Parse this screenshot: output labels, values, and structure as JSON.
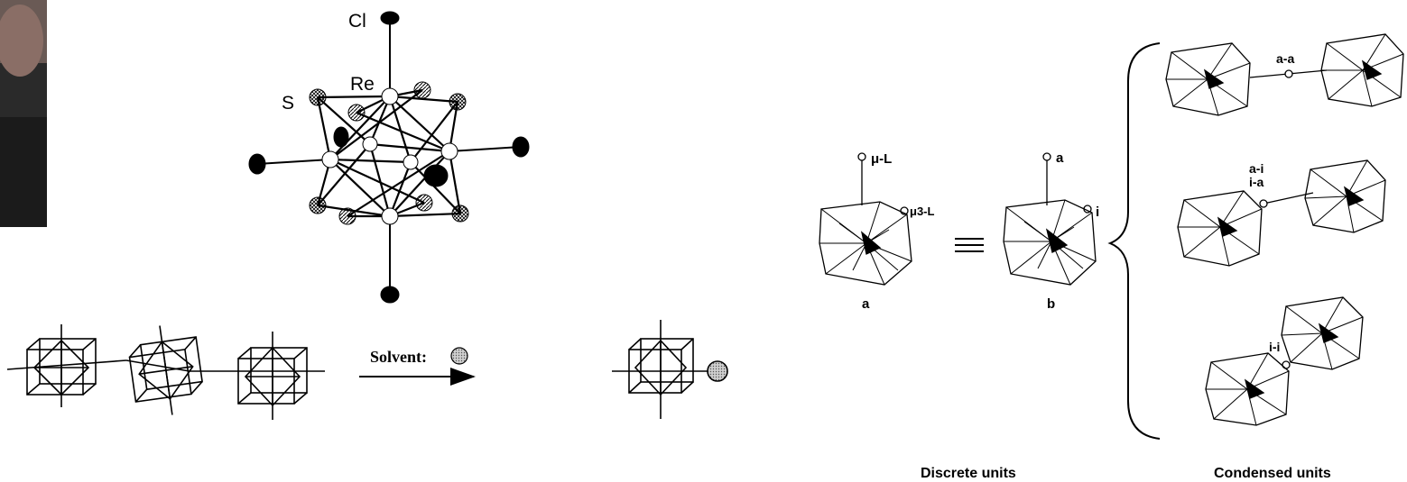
{
  "molecule": {
    "apical_atom_label": "Cl",
    "metal_label": "Re",
    "bridging_atom_label": "S"
  },
  "chain_scheme": {
    "arrow_label": "Solvent:"
  },
  "ligand_scheme": {
    "label_mu_L": "μ-L",
    "label_mu3_L": "μ3-L",
    "label_a_under": "a",
    "label_b_under": "b",
    "label_a_top": "a",
    "label_i": "i",
    "label_aa": "a-a",
    "label_ai": "a-i",
    "label_ia": "i-a",
    "label_ii": "i-i",
    "caption_discrete": "Discrete units",
    "caption_condensed": "Condensed units"
  }
}
